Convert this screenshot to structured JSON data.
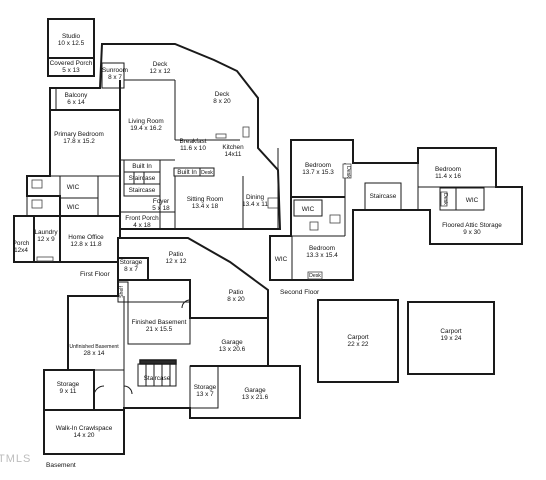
{
  "watermark": "TMLS",
  "floors": {
    "first": "First Floor",
    "second": "Second Floor",
    "basement": "Basement"
  },
  "rooms": {
    "studio": {
      "name": "Studio",
      "dim": "10 x 12.5"
    },
    "covered_porch": {
      "name": "Covered Porch",
      "dim": "5 x 13"
    },
    "sunroom": {
      "name": "Sunroom",
      "dim": "8 x 7"
    },
    "deck_top": {
      "name": "Deck",
      "dim": "12 x 12"
    },
    "deck_right": {
      "name": "Deck",
      "dim": "8 x 20"
    },
    "balcony": {
      "name": "Balcony",
      "dim": "6 x 14"
    },
    "living_room": {
      "name": "Living Room",
      "dim": "19.4 x 16.2"
    },
    "primary_bedroom": {
      "name": "Primary Bedroom",
      "dim": "17.8 x 15.2"
    },
    "breakfast": {
      "name": "Breakfast",
      "dim": "11.6 x 10"
    },
    "kitchen": {
      "name": "Kitchen",
      "dim": "14x11"
    },
    "built_in_1": {
      "name": "Built In"
    },
    "staircase_1": {
      "name": "Staircase"
    },
    "staircase_2": {
      "name": "Staircase"
    },
    "built_in_2": {
      "name": "Built In"
    },
    "desk_1": {
      "name": "Desk"
    },
    "wic_1": {
      "name": "WIC"
    },
    "wic_2": {
      "name": "WIC"
    },
    "foyer": {
      "name": "Foyer",
      "dim": "5 x 18"
    },
    "sitting_room": {
      "name": "Sitting Room",
      "dim": "13.4 x 18"
    },
    "dining": {
      "name": "Dining",
      "dim": "13.4 x 11"
    },
    "laundry": {
      "name": "Laundry",
      "dim": "12 x 9"
    },
    "home_office": {
      "name": "Home Office",
      "dim": "12.8 x 11.8"
    },
    "porch": {
      "name": "Porch",
      "dim": "12x4"
    },
    "front_porch": {
      "name": "Front Porch",
      "dim": "4 x 18"
    },
    "bedroom_a": {
      "name": "Bedroom",
      "dim": "13.7 x 15.3"
    },
    "bedroom_b": {
      "name": "Bedroom",
      "dim": "11.4 x 16"
    },
    "bedroom_c": {
      "name": "Bedroom",
      "dim": "13.3 x 15.4"
    },
    "staircase_up": {
      "name": "Staircase"
    },
    "desk_a": {
      "name": "Desk"
    },
    "desk_b": {
      "name": "Desk"
    },
    "desk_c": {
      "name": "Desk"
    },
    "wic_a": {
      "name": "WIC"
    },
    "wic_b": {
      "name": "WIC"
    },
    "attic": {
      "name": "Floored Attic Storage",
      "dim": "9 x 30"
    },
    "patio_1": {
      "name": "Patio",
      "dim": "12 x 12"
    },
    "patio_2": {
      "name": "Patio",
      "dim": "8 x 20"
    },
    "storage_1": {
      "name": "Storage",
      "dim": "8 x 7"
    },
    "shelf": {
      "name": "Shelf"
    },
    "finished_basement": {
      "name": "Finished Basement",
      "dim": "21 x 15.5"
    },
    "unfinished_basement": {
      "name": "Unfinished Basement",
      "dim": "28 x 14"
    },
    "garage_1": {
      "name": "Garage",
      "dim": "13 x 20.6"
    },
    "garage_2": {
      "name": "Garage",
      "dim": "13 x 21.6"
    },
    "staircase_b": {
      "name": "Staircase"
    },
    "storage_2": {
      "name": "Storage",
      "dim": "13 x 7"
    },
    "storage_3": {
      "name": "Storage",
      "dim": "9 x 11"
    },
    "crawlspace": {
      "name": "Walk-In Crawlspace",
      "dim": "14 x 20"
    },
    "carport_1": {
      "name": "Carport",
      "dim": "22 x 22"
    },
    "carport_2": {
      "name": "Carport",
      "dim": "19 x 24"
    }
  }
}
